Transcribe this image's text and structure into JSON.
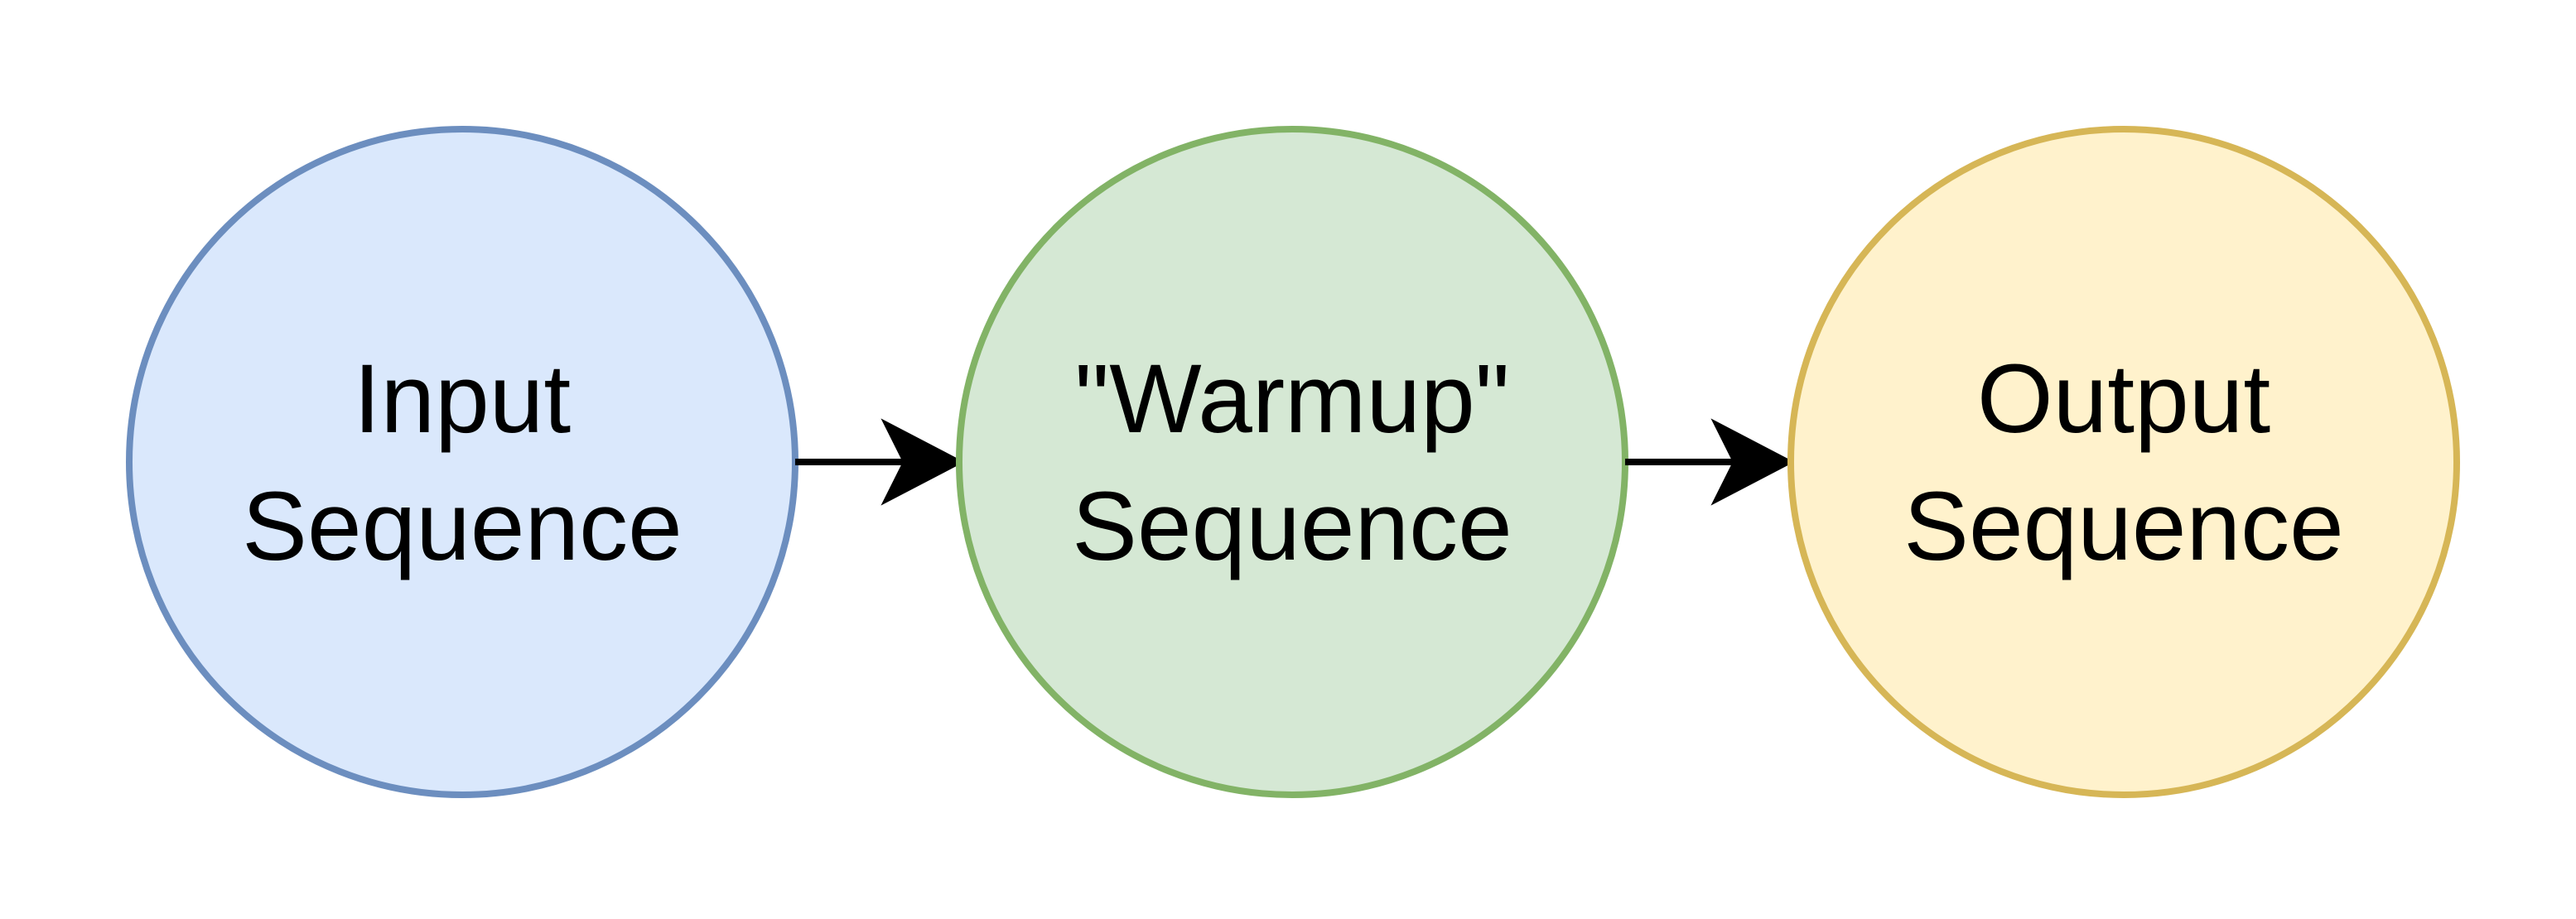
{
  "nodes": [
    {
      "id": "input",
      "lines": [
        "Input",
        "Sequence"
      ],
      "fill": "#dae8fc",
      "stroke": "#6c8ebf"
    },
    {
      "id": "warmup",
      "lines": [
        "\"Warmup\"",
        "Sequence"
      ],
      "fill": "#d5e8d4",
      "stroke": "#82b366"
    },
    {
      "id": "output",
      "lines": [
        "Output",
        "Sequence"
      ],
      "fill": "#fff2cc",
      "stroke": "#d6b656"
    }
  ],
  "edges": [
    {
      "from": "input",
      "to": "warmup"
    },
    {
      "from": "warmup",
      "to": "output"
    }
  ],
  "colors": {
    "edge": "#000000",
    "text": "#000000",
    "background": "#ffffff"
  }
}
